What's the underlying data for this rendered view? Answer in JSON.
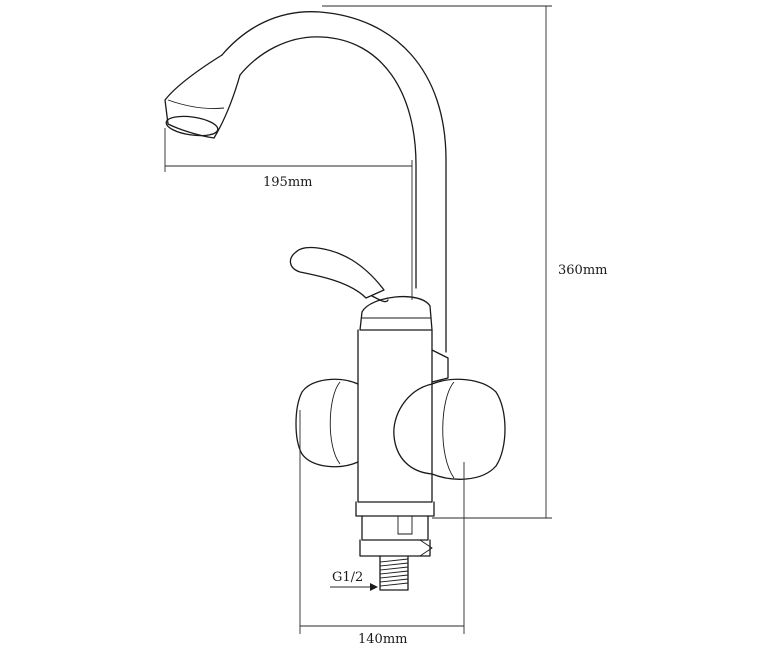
{
  "dimensions": {
    "spout_reach": "195mm",
    "total_height": "360mm",
    "body_width": "140mm",
    "thread": "G1/2"
  },
  "colors": {
    "line": "#1a1a1a",
    "background": "#ffffff"
  }
}
